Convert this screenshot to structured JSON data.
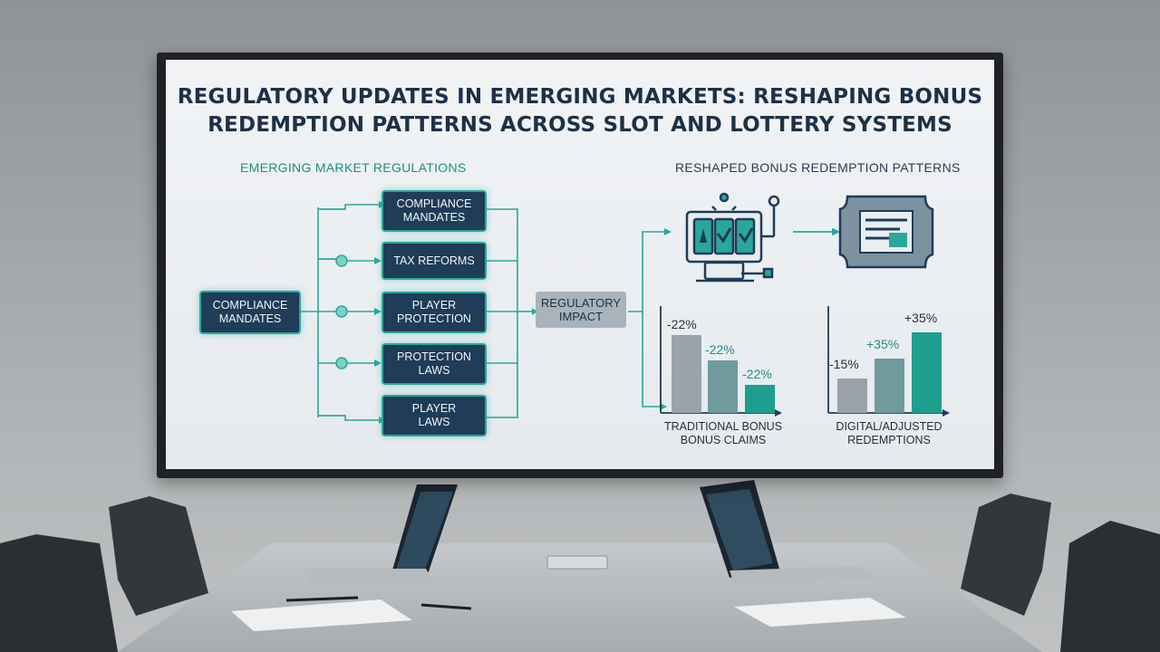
{
  "slide": {
    "title_line1": "REGULATORY UPDATES IN EMERGING MARKETS: RESHAPING BONUS",
    "title_line2": "REDEMPTION PATTERNS ACROSS SLOT AND LOTTERY SYSTEMS",
    "left_heading": "EMERGING MARKET REGULATIONS",
    "right_heading": "RESHAPED BONUS REDEMPTION PATTERNS",
    "source_node": {
      "line1": "COMPLIANCE",
      "line2": "MANDATES"
    },
    "branches": [
      {
        "line1": "COMPLIANCE",
        "line2": "MANDATES"
      },
      {
        "line1": "TAX REFORMS",
        "line2": ""
      },
      {
        "line1": "PLAYER",
        "line2": "PROTECTION"
      },
      {
        "line1": "PROTECTION",
        "line2": "LAWS"
      },
      {
        "line1": "PLAYER",
        "line2": "LAWS"
      }
    ],
    "impact_node": {
      "line1": "REGULATORY",
      "line2": "IMPACT"
    },
    "chart_left": {
      "bars": [
        {
          "label": "-22%",
          "value": -22
        },
        {
          "label": "-22%",
          "value": -22
        },
        {
          "label": "-22%",
          "value": -22
        }
      ],
      "caption_line1": "TRADITIONAL BONUS",
      "caption_line2": "BONUS CLAIMS"
    },
    "chart_right": {
      "bars": [
        {
          "label": "-15%",
          "value": -15
        },
        {
          "label": "+35%",
          "value": 35
        },
        {
          "label": "+35%",
          "value": 35
        }
      ],
      "caption_line1": "DIGITAL/ADJUSTED",
      "caption_line2": "REDEMPTIONS"
    },
    "icons": [
      "slot-machine-icon",
      "lottery-ticket-icon"
    ],
    "colors": {
      "navy": "#1f3c58",
      "teal": "#2aa79b",
      "gray": "#9aa2a9"
    }
  }
}
